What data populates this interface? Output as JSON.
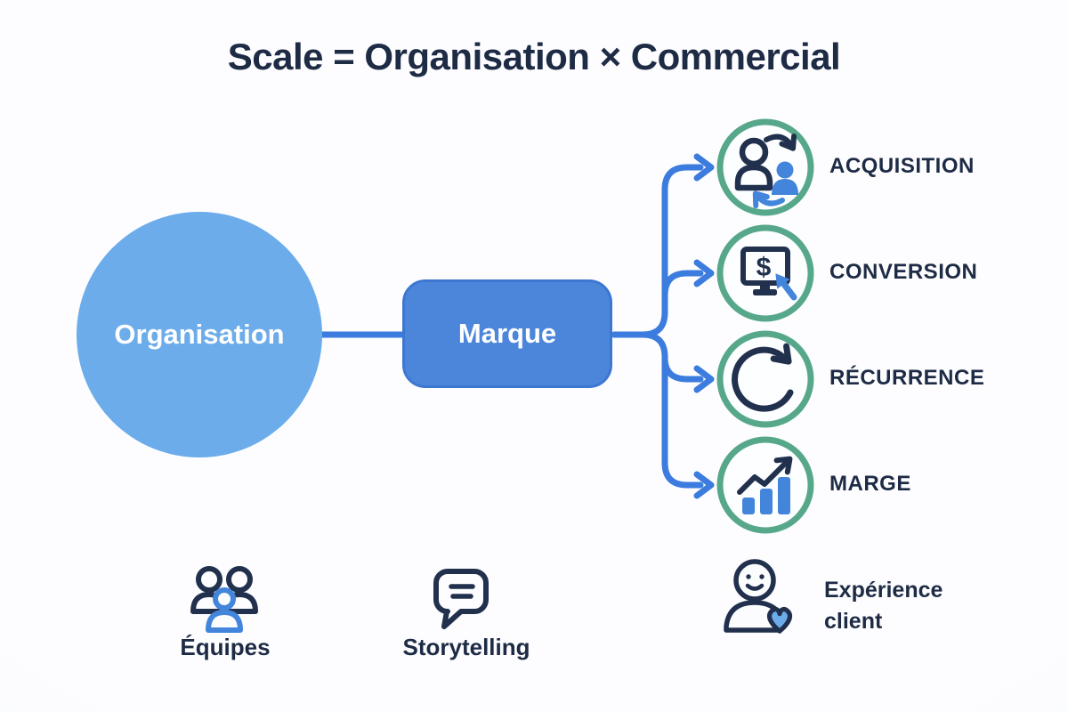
{
  "title": "Scale = Organisation × Commercial",
  "nodes": {
    "organisation": "Organisation",
    "marque": "Marque"
  },
  "branches": [
    {
      "label": "ACQUISITION",
      "icon": "user-exchange-icon"
    },
    {
      "label": "CONVERSION",
      "icon": "monitor-dollar-click-icon"
    },
    {
      "label": "RÉCURRENCE",
      "icon": "refresh-cycle-icon"
    },
    {
      "label": "MARGE",
      "icon": "growth-bars-icon"
    }
  ],
  "footer": [
    {
      "label": "Équipes",
      "icon": "team-icon"
    },
    {
      "label": "Storytelling",
      "icon": "speech-bubble-icon"
    },
    {
      "label": "Expérience client",
      "icon": "customer-smile-heart-icon"
    }
  ],
  "colors": {
    "background": "#F7F9FC",
    "text_navy": "#1D2B45",
    "connector_blue": "#3B7CDE",
    "organisation_fill": "#6CACEA",
    "marque_fill": "#4B86DB",
    "green_ring": "#57A88B",
    "icon_blue": "#4285DB",
    "icon_navy": "#21304C"
  }
}
